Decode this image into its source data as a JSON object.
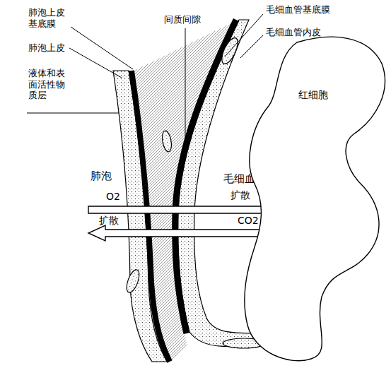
{
  "diagram": {
    "nodes": [
      {
        "text": [
          "红细胞"
        ]
      }
    ],
    "labels": [
      "肺泡上皮 基底膜",
      "间质间隙",
      "毛细血管基底膜",
      "毛细血管内皮",
      "肺泡上皮",
      "液体和表 面活性物 质层",
      "肺泡",
      "毛细血管",
      "O2",
      "扩散",
      "扩散",
      "CO2"
    ]
  }
}
